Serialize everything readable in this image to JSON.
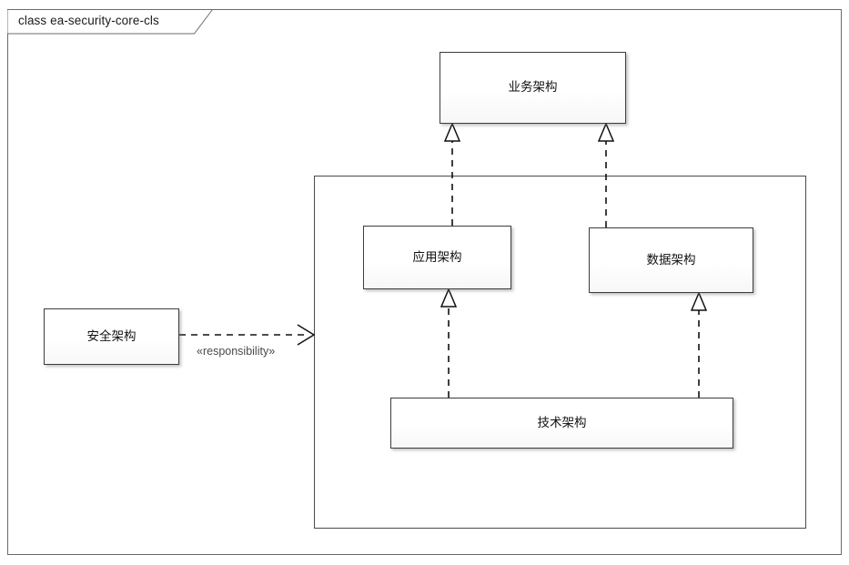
{
  "frame": {
    "title": "class ea-security-core-cls",
    "keyword": "class",
    "name": "ea-security-core-cls"
  },
  "group": {
    "name": "architecture-group",
    "label": ""
  },
  "nodes": [
    {
      "id": "business",
      "label": "业务架构",
      "name": "business-architecture"
    },
    {
      "id": "application",
      "label": "应用架构",
      "name": "application-architecture"
    },
    {
      "id": "data",
      "label": "数据架构",
      "name": "data-architecture"
    },
    {
      "id": "technology",
      "label": "技术架构",
      "name": "technology-architecture"
    },
    {
      "id": "security",
      "label": "安全架构",
      "name": "security-architecture"
    }
  ],
  "edges": [
    {
      "id": "app-to-business",
      "from": "应用架构",
      "to": "业务架构",
      "type": "realization",
      "label": ""
    },
    {
      "id": "data-to-business",
      "from": "数据架构",
      "to": "业务架构",
      "type": "realization",
      "label": ""
    },
    {
      "id": "tech-to-app",
      "from": "技术架构",
      "to": "应用架构",
      "type": "realization",
      "label": ""
    },
    {
      "id": "tech-to-data",
      "from": "技术架构",
      "to": "数据架构",
      "type": "realization",
      "label": ""
    },
    {
      "id": "security-to-group",
      "from": "安全架构",
      "to": "architecture-group",
      "type": "dependency",
      "label": "«responsibility»"
    }
  ],
  "colors": {
    "node_border": "#3d3d3d",
    "node_fill": "#ffffff",
    "frame_border": "#6b6b6b",
    "group_border": "#4a4a4a",
    "edge_stroke": "#111111",
    "label_text": "#4a4a4a",
    "background": "#ffffff"
  }
}
